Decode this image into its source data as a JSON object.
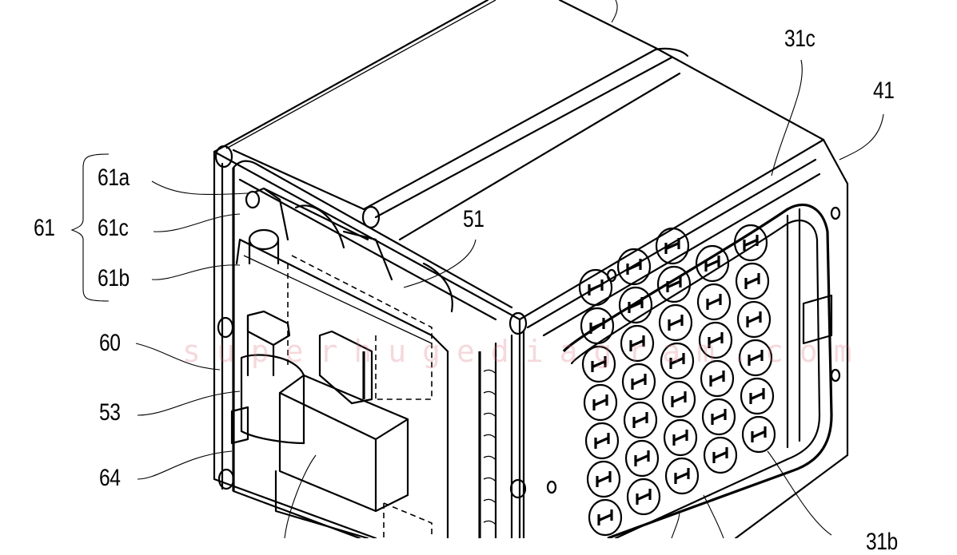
{
  "figure": {
    "type": "patent-drawing",
    "subject": "isometric view of battery pack housing with cell array and electronics compartment",
    "colors": {
      "line": "#000000",
      "background": "#ffffff",
      "watermark": "#dc7882"
    }
  },
  "labels": {
    "l61": "61",
    "l61a": "61a",
    "l61c": "61c",
    "l61b": "61b",
    "l60": "60",
    "l53": "53",
    "l64": "64",
    "l51": "51",
    "l31c": "31c",
    "l41": "41",
    "l31b": "31b"
  },
  "watermark": {
    "text": "superhugediagram.com"
  }
}
